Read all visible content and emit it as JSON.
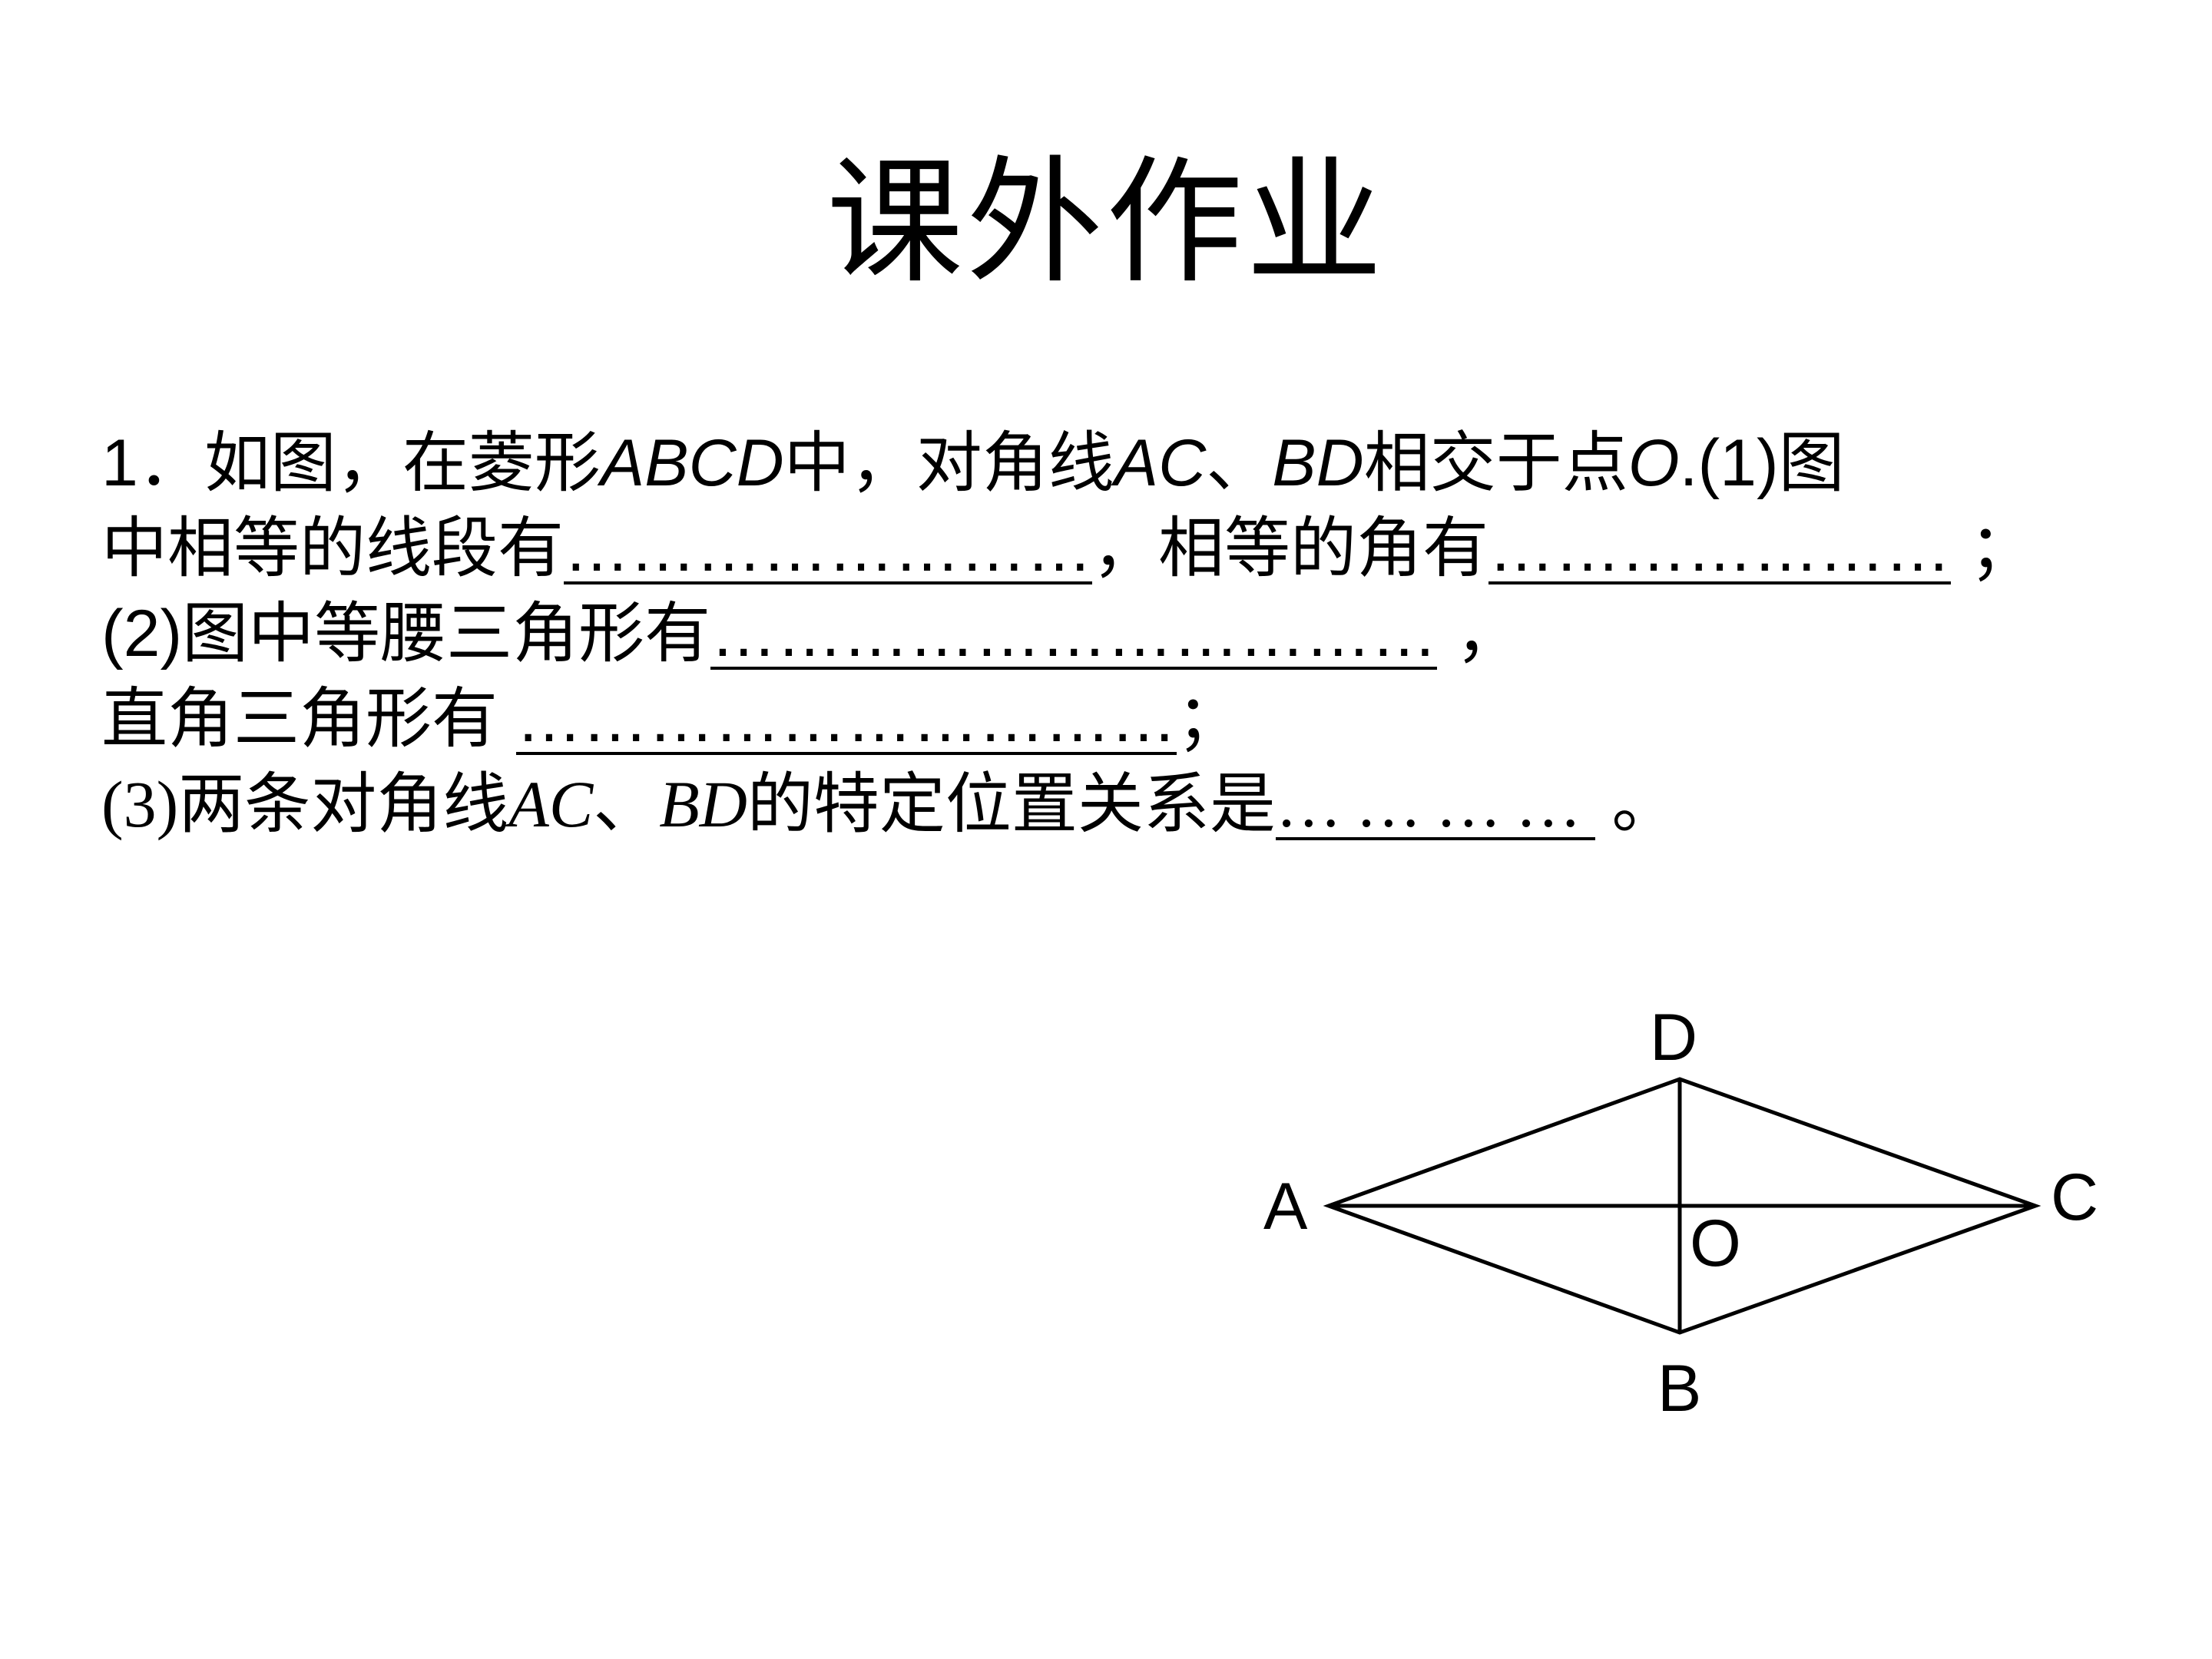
{
  "title": "课外作业",
  "question": {
    "l1": {
      "t1": "1．如图，在菱形",
      "t2": "ABCD",
      "t3": "中，对角线",
      "t4": "AC",
      "t5": "、",
      "t6": "BD",
      "t7": "相交于点",
      "t8": "O",
      "t9": ".(1)图"
    },
    "l2": {
      "t1": "中相等的线段有",
      "b1": "……………………",
      "t2": "，相等的角有",
      "b2": "…………………",
      "t3": " ；"
    },
    "l3": {
      "t1": "(2)图中等腰三角形有",
      "b1": "……………………………",
      "t2": " ，"
    },
    "l4": {
      "t1": "直角三角形有 ",
      "b1": "………………………… ",
      "t2": "；"
    },
    "l5": {
      "t1": "(3)两条对角线",
      "t2": "AC",
      "t3": "、",
      "t4": "BD",
      "t5": "的特定位置关系是",
      "b1": "………… ",
      "t6": " 。"
    }
  },
  "diagram": {
    "labels": {
      "A": "A",
      "B": "B",
      "C": "C",
      "D": "D",
      "O": "O"
    },
    "stroke_color": "#000000"
  }
}
